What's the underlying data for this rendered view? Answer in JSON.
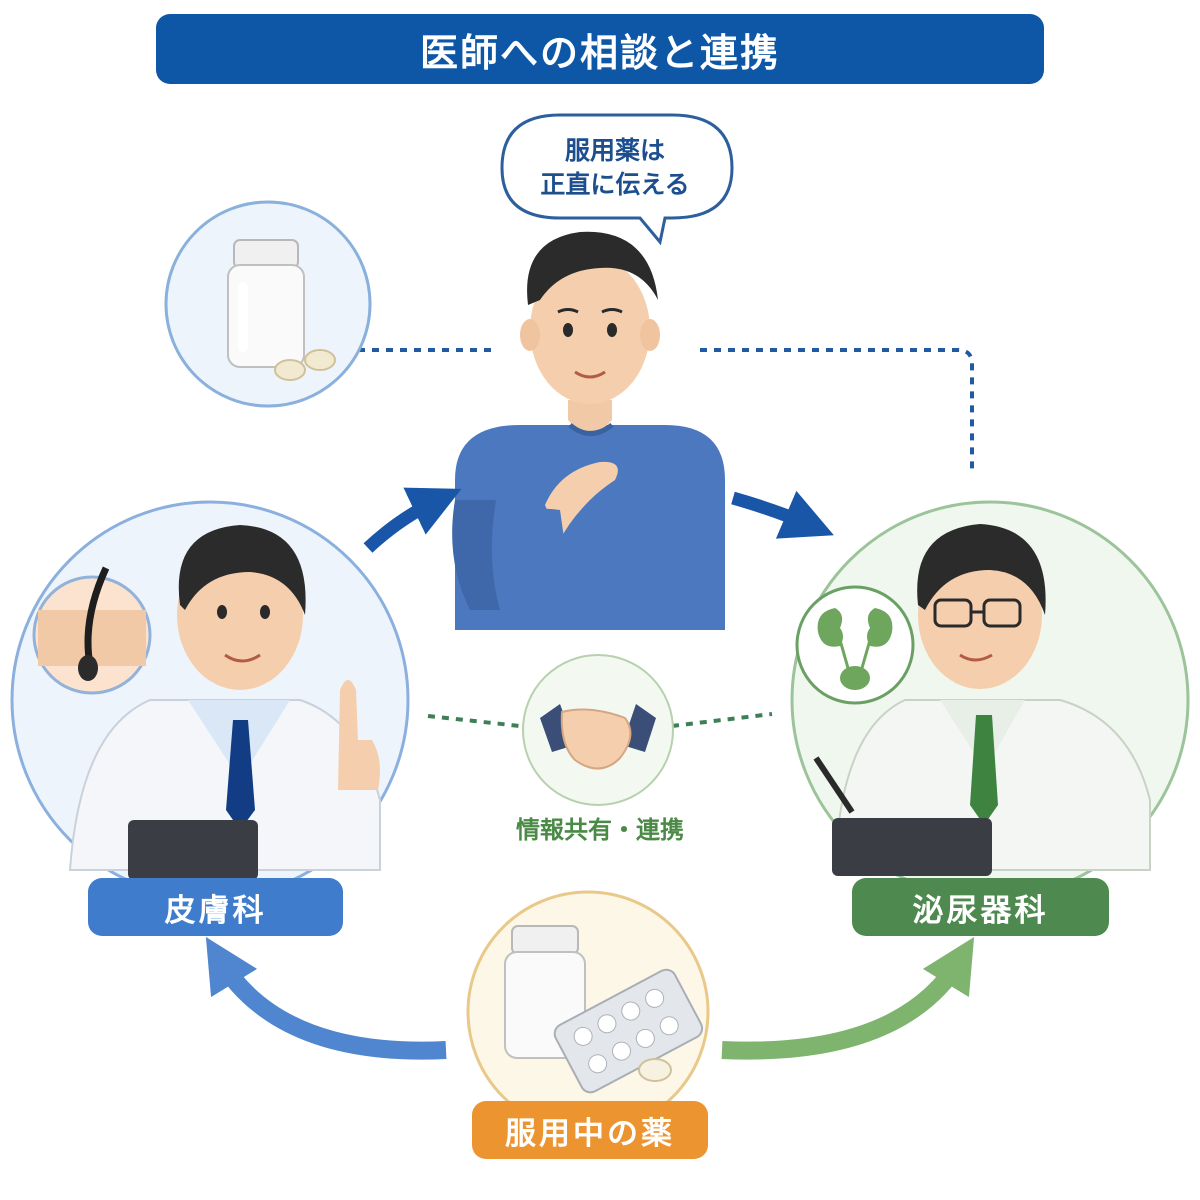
{
  "title": "医師への相談と連携",
  "speech": {
    "line1": "服用薬は",
    "line2": "正直に伝える"
  },
  "dermatology_label": "皮膚科",
  "urology_label": "泌尿器科",
  "share_label": "情報共有・連携",
  "medication_label": "服用中の薬",
  "colors": {
    "title_bg": "#0d57a6",
    "dermatology": "#3f7ccc",
    "urology": "#4e8a4f",
    "medication": "#ec9530",
    "arrow_dark": "#1a56a8",
    "share_green": "#4b8a46"
  },
  "icons": [
    "pill-bottle-icon",
    "hair-follicle-icon",
    "kidney-icon",
    "handshake-icon",
    "blister-pack-icon"
  ]
}
